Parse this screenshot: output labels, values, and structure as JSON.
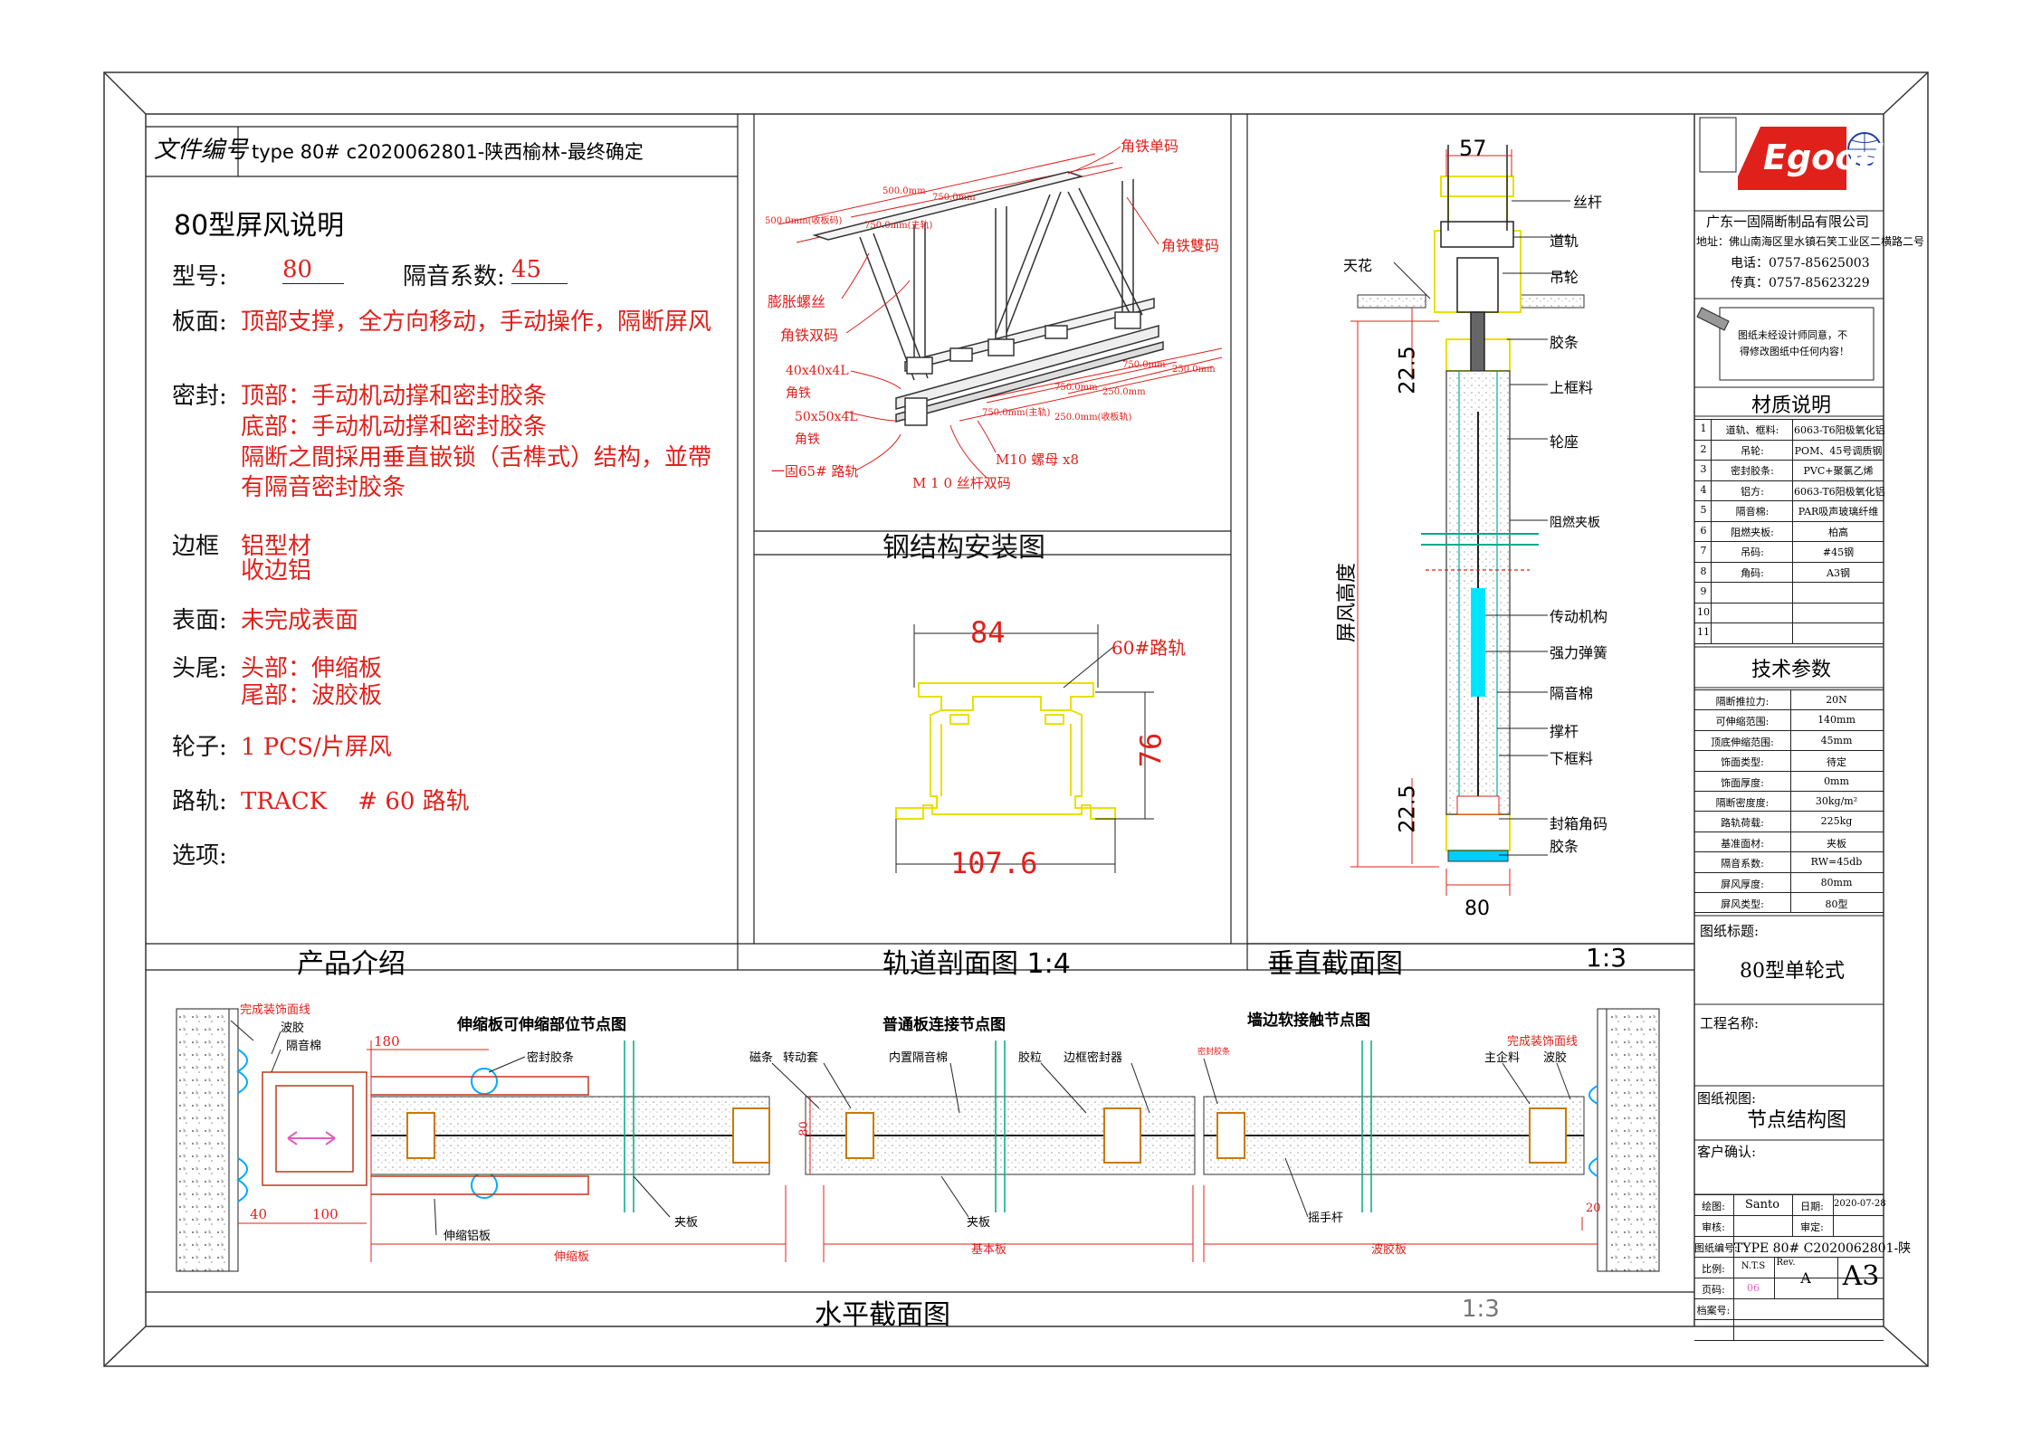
{
  "file_no": {
    "label": "文件编号",
    "value": "type 80# c2020062801-陕西榆林-最终确定"
  },
  "intro": {
    "title": "80型屏风说明",
    "model_label": "型号:",
    "model_value": "80",
    "sound_label": "隔音系数:",
    "sound_value": "45",
    "panel_label": "板面:",
    "panel_value": "顶部支撑，全方向移动，手动操作，隔断屏风",
    "seal_label": "密封:",
    "seal_1": "顶部：手动机动撑和密封胶条",
    "seal_2": "底部：手动机动撑和密封胶条",
    "seal_3": "隔断之間採用垂直嵌锁（舌榫式）结构，並帶",
    "seal_4": "有隔音密封胶条",
    "frame_label": "边框",
    "frame_1": "铝型材",
    "frame_2": "收边铝",
    "surface_label": "表面:",
    "surface_value": "未完成表面",
    "ends_label": "头尾:",
    "ends_1": "头部：伸缩板",
    "ends_2": "尾部：波胶板",
    "wheel_label": "轮子:",
    "wheel_value": "1 PCS/片屏风",
    "track_label": "路轨:",
    "track_value": "TRACK　 # 60 路轨",
    "option_label": "选项:",
    "footer": "产品介绍"
  },
  "steel": {
    "footer": "钢结构安装图",
    "labels": {
      "single": "角铁单码",
      "double": "角铁雙码",
      "bolt": "膨胀螺丝",
      "angle_double": "角铁双码",
      "a40": "40x40x4L",
      "a40b": "角铁",
      "a50": "50x50x4L",
      "a50b": "角铁",
      "track": "一固65# 路轨",
      "nut": "M10 螺母 x8",
      "rod": "M 1 0 丝杆双码",
      "d500": "500.0mm",
      "d750": "750.0mm",
      "d500b": "500.0mm(收板码)",
      "d750b": "750.0mm(主轨)",
      "d750c": "750.0mm",
      "d250": "250.0mm",
      "d250b": "250.0mm",
      "d750d": "750.0mm",
      "d250c": "250.0mm",
      "d750e": "750.0mm(主轨)",
      "d250d": "250.0mm(收板轨)"
    }
  },
  "track_section": {
    "footer": "轨道剖面图 1:4",
    "w": "84",
    "h": "76",
    "base": "107.6",
    "name": "60#路轨"
  },
  "vertical": {
    "footer": "垂直截面图",
    "scale": "1:3",
    "top": "57",
    "bottom": "80",
    "gap_top": "22.5",
    "gap_bottom": "22.5",
    "height": "屏风高度",
    "labels": [
      "丝杆",
      "道轨",
      "吊轮",
      "胶条",
      "上框料",
      "轮座",
      "阻燃夹板",
      "传动机构",
      "强力弹簧",
      "隔音棉",
      "撑杆",
      "下框料",
      "封箱角码",
      "胶条"
    ],
    "ceiling": "天花"
  },
  "horizontal": {
    "footer": "水平截面图",
    "scale": "1:3",
    "t1": "伸缩板可伸缩部位节点图",
    "t2": "普通板连接节点图",
    "t3": "墙边软接触节点图",
    "l_finish": "完成装饰面线",
    "l_wave": "波胶",
    "l_cotton": "隔音棉",
    "l_180": "180",
    "l_seal": "密封胶条",
    "l_40": "40",
    "l_100": "100",
    "l_ext_al": "伸缩铝板",
    "l_ext_panel": "伸缩板",
    "l_mag": "磁条",
    "l_turn": "转动套",
    "l_inner": "内置隔音棉",
    "l_glue": "胶粒",
    "l_edge": "边框密封器",
    "l_board1": "夹板",
    "l_board2": "夹板",
    "l_80": "80",
    "l_base": "基本板",
    "l_seal2": "密封胶条",
    "l_main": "主企料",
    "l_wave2": "波胶",
    "l_finish2": "完成装饰面线",
    "l_handle": "摇手杆",
    "l_20": "20",
    "l_wavepanel": "波胶板"
  },
  "titleblock": {
    "company": "广东一固隔断制品有限公司",
    "address": "地址：佛山南海区里水镇石笑工业区二横路二号",
    "tel": "电话：0757-85625003",
    "fax": "传真：0757-85623229",
    "notice_1": "图纸未经设计师同意，不",
    "notice_2": "得修改图纸中任何内容！",
    "materials_title": "材质说明",
    "materials": [
      {
        "no": "1",
        "name": "道轨、框料:",
        "spec": "6063-T6阳极氧化铝"
      },
      {
        "no": "2",
        "name": "吊轮:",
        "spec": "POM、45号调质钢"
      },
      {
        "no": "3",
        "name": "密封胶条:",
        "spec": "PVC+聚氯乙烯"
      },
      {
        "no": "4",
        "name": "铝方:",
        "spec": "6063-T6阳极氧化铝"
      },
      {
        "no": "5",
        "name": "隔音棉:",
        "spec": "PAR吸声玻璃纤维"
      },
      {
        "no": "6",
        "name": "阻燃夹板:",
        "spec": "柏高"
      },
      {
        "no": "7",
        "name": "吊码:",
        "spec": "#45钢"
      },
      {
        "no": "8",
        "name": "角码:",
        "spec": "A3钢"
      },
      {
        "no": "9",
        "name": "",
        "spec": ""
      },
      {
        "no": "10",
        "name": "",
        "spec": ""
      },
      {
        "no": "11",
        "name": "",
        "spec": ""
      }
    ],
    "tech_title": "技术参数",
    "tech": [
      {
        "name": "隔断推拉力:",
        "value": "20N"
      },
      {
        "name": "可伸缩范围:",
        "value": "140mm"
      },
      {
        "name": "顶底伸缩范围:",
        "value": "45mm"
      },
      {
        "name": "饰面类型:",
        "value": "待定"
      },
      {
        "name": "饰面厚度:",
        "value": "0mm"
      },
      {
        "name": "隔断密度度:",
        "value": "30kg/m²"
      },
      {
        "name": "路轨荷载:",
        "value": "225kg"
      },
      {
        "name": "基准面材:",
        "value": "夹板"
      },
      {
        "name": "隔音系数:",
        "value": "RW=45db"
      },
      {
        "name": "屏风厚度:",
        "value": "80mm"
      },
      {
        "name": "屏风类型:",
        "value": "80型"
      }
    ],
    "drawing_title_label": "图纸标题:",
    "drawing_title": "80型单轮式",
    "project_label": "工程名称:",
    "view_label": "图纸视图:",
    "view": "节点结构图",
    "client_label": "客户确认:",
    "drawn_label": "绘图:",
    "drawn": "Santo",
    "date_label": "日期:",
    "date": "2020-07-28",
    "review_label": "审核:",
    "approve_label": "审定:",
    "number_label": "图纸编号:",
    "number": "TYPE 80# C2020062801-陕",
    "ratio_label": "比例:",
    "ratio": "N.T.S",
    "rev_label": "Rev.",
    "rev": "A",
    "size": "A3",
    "page_label": "页码:",
    "page": "06",
    "archive_label": "档案号:",
    "logo": "Egood"
  }
}
